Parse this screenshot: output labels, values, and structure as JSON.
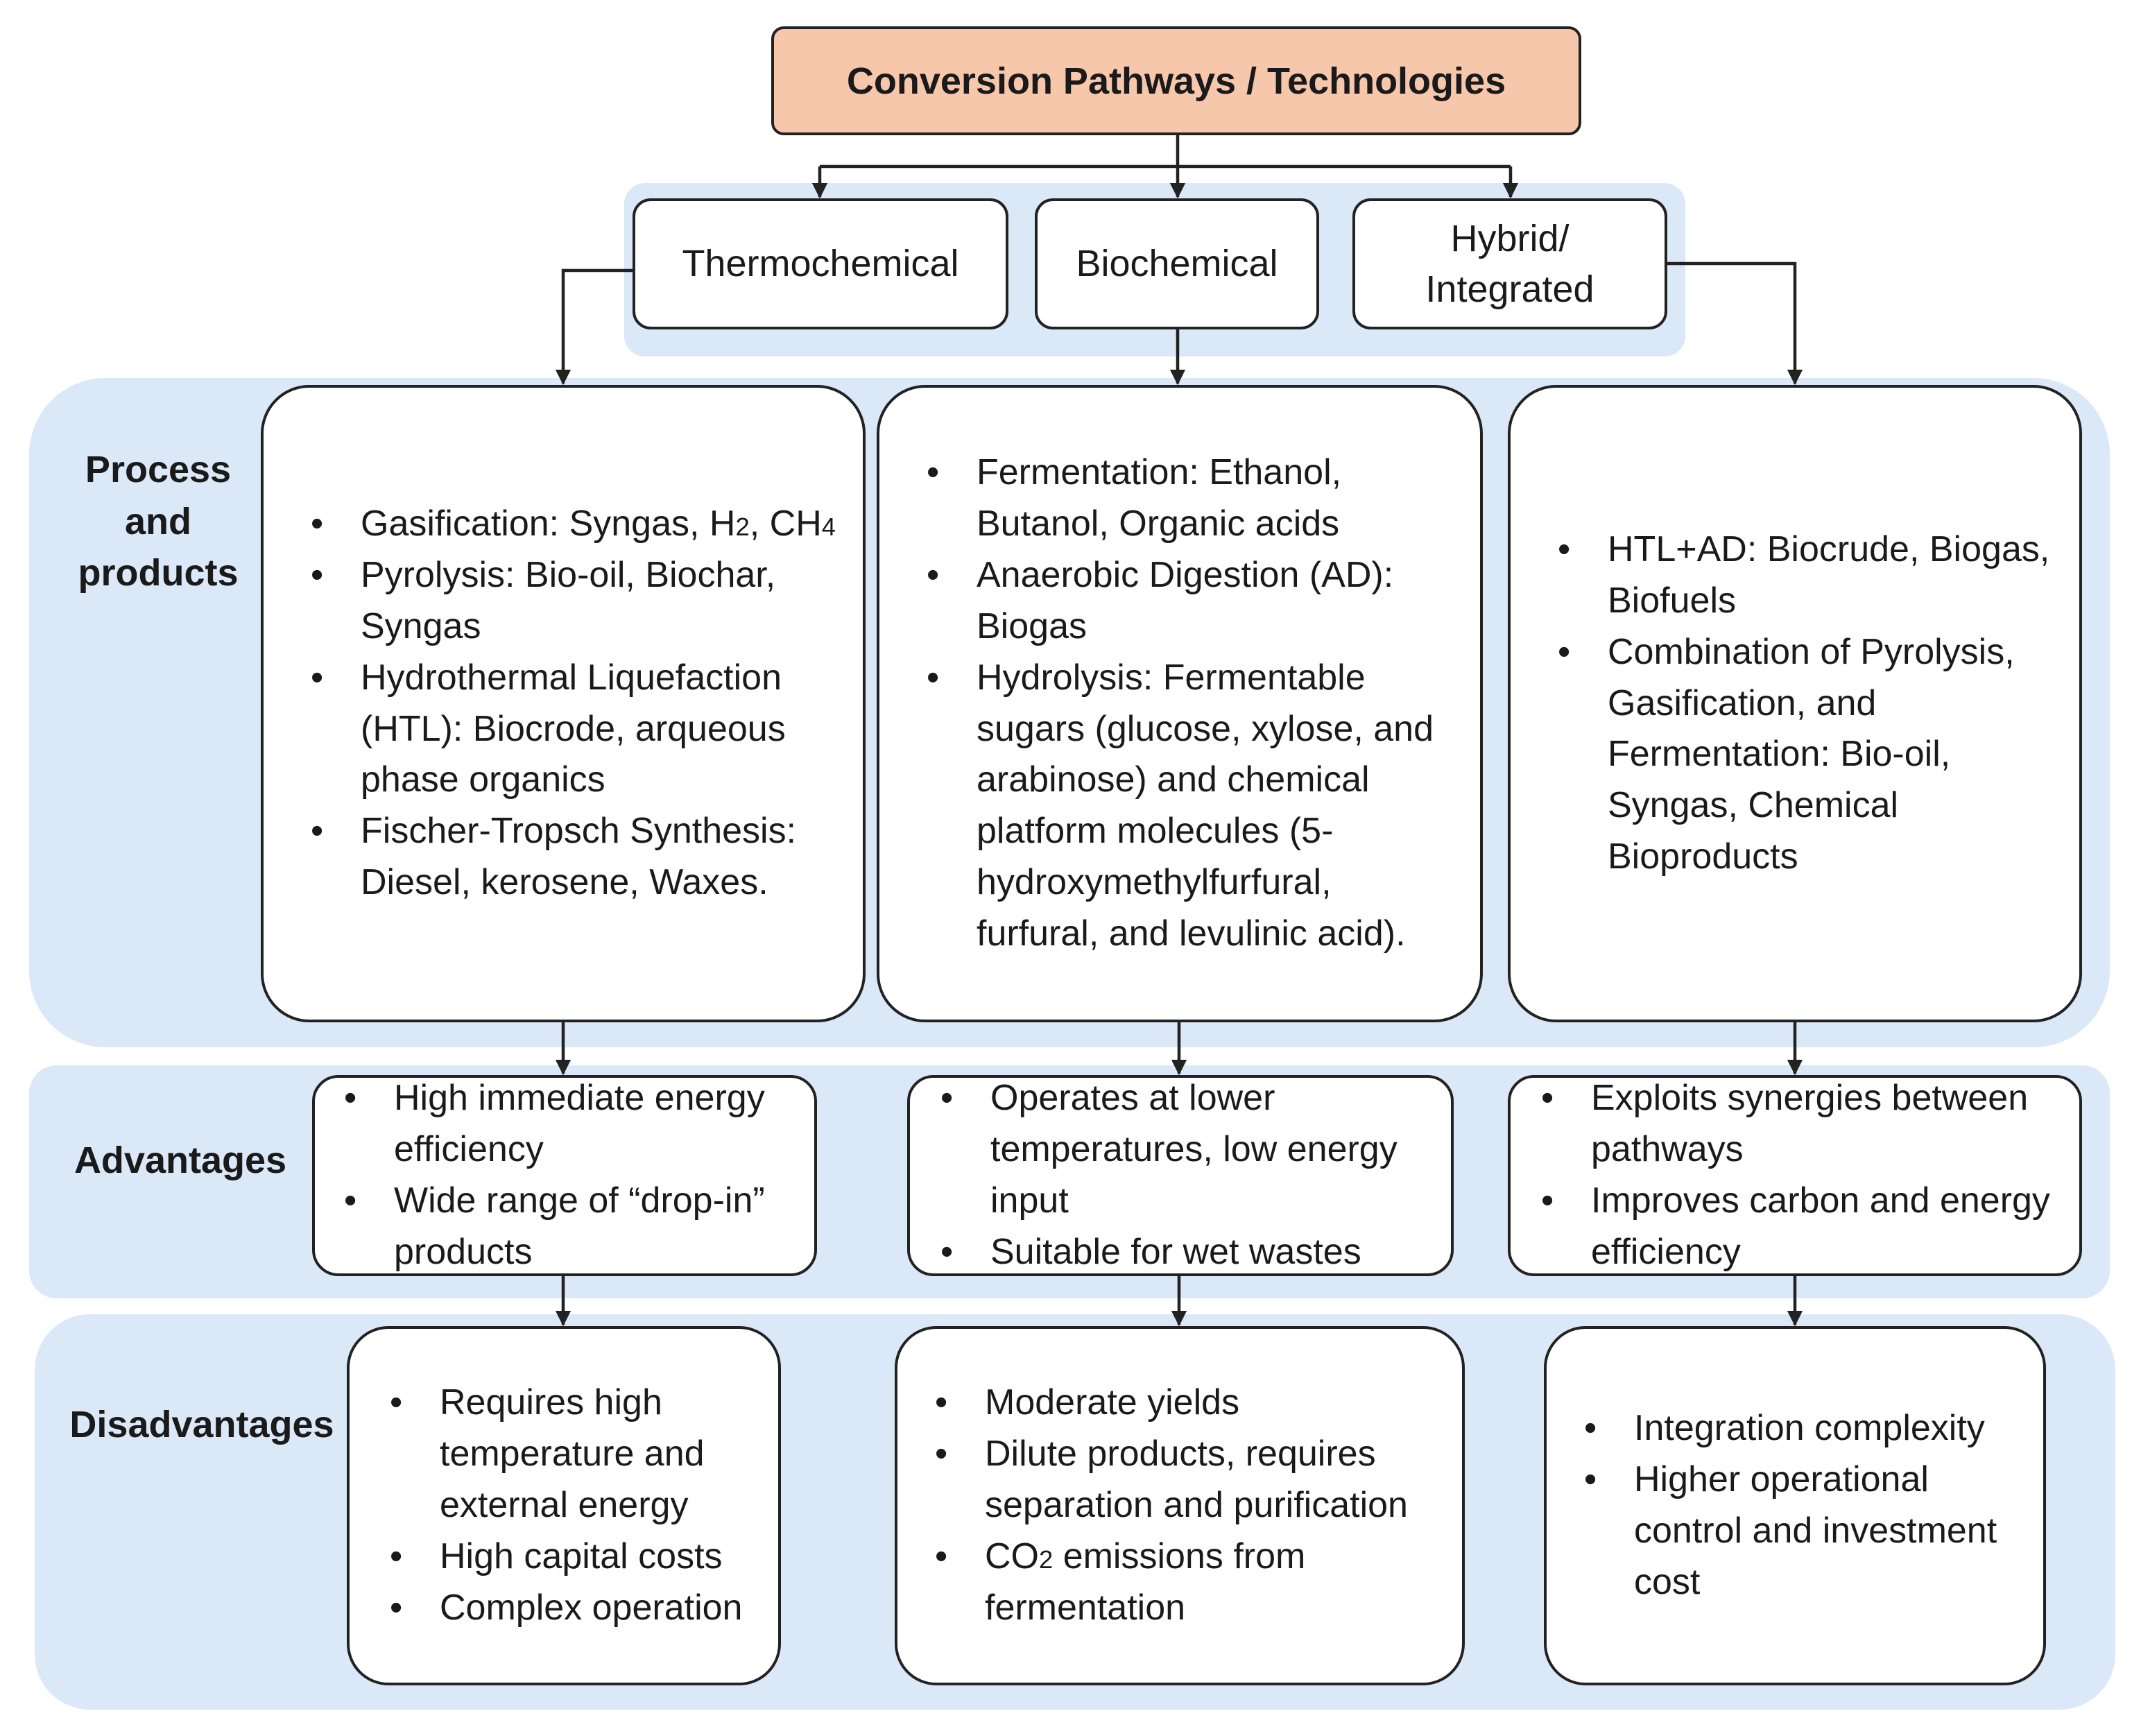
{
  "title": "Conversion Pathways / Technologies",
  "categories": [
    {
      "label": "Thermochemical"
    },
    {
      "label": "Biochemical"
    },
    {
      "label": "Hybrid/\nIntegrated"
    }
  ],
  "row_labels": {
    "process": "Process\nand\nproducts",
    "advantages": "Advantages",
    "disadvantages": "Disadvantages"
  },
  "process": {
    "thermochemical": [
      "Gasification: Syngas, H2, CH4",
      "Pyrolysis: Bio-oil, Biochar, Syngas",
      "Hydrothermal Liquefaction (HTL): Biocrode, arqueous phase organics",
      "Fischer-Tropsch Synthesis: Diesel, kerosene, Waxes."
    ],
    "biochemical": [
      "Fermentation: Ethanol, Butanol, Organic acids",
      "Anaerobic Digestion (AD): Biogas",
      "Hydrolysis: Fermentable sugars (glucose, xylose, and arabinose) and chemical platform molecules (5-hydroxymethylfurfural, furfural, and levulinic acid)."
    ],
    "hybrid": [
      "HTL+AD: Biocrude, Biogas, Biofuels",
      "Combination of Pyrolysis, Gasification, and Fermentation: Bio-oil, Syngas, Chemical Bioproducts"
    ]
  },
  "advantages": {
    "thermochemical": [
      "High immediate energy efficiency",
      "Wide range of “drop-in” products"
    ],
    "biochemical": [
      "Operates at lower temperatures, low energy input",
      "Suitable for wet wastes"
    ],
    "hybrid": [
      "Exploits synergies between pathways",
      "Improves carbon and energy efficiency"
    ]
  },
  "disadvantages": {
    "thermochemical": [
      "Requires high temperature and external energy",
      "High capital costs",
      "Complex operation"
    ],
    "biochemical": [
      "Moderate yields",
      "Dilute products, requires separation and purification",
      "CO2 emissions from fermentation"
    ],
    "hybrid": [
      "Integration complexity",
      "Higher operational control and investment cost"
    ]
  },
  "colors": {
    "title_fill": "#f7c7ac",
    "band_fill": "#dae8f7",
    "outline": "#222222"
  }
}
